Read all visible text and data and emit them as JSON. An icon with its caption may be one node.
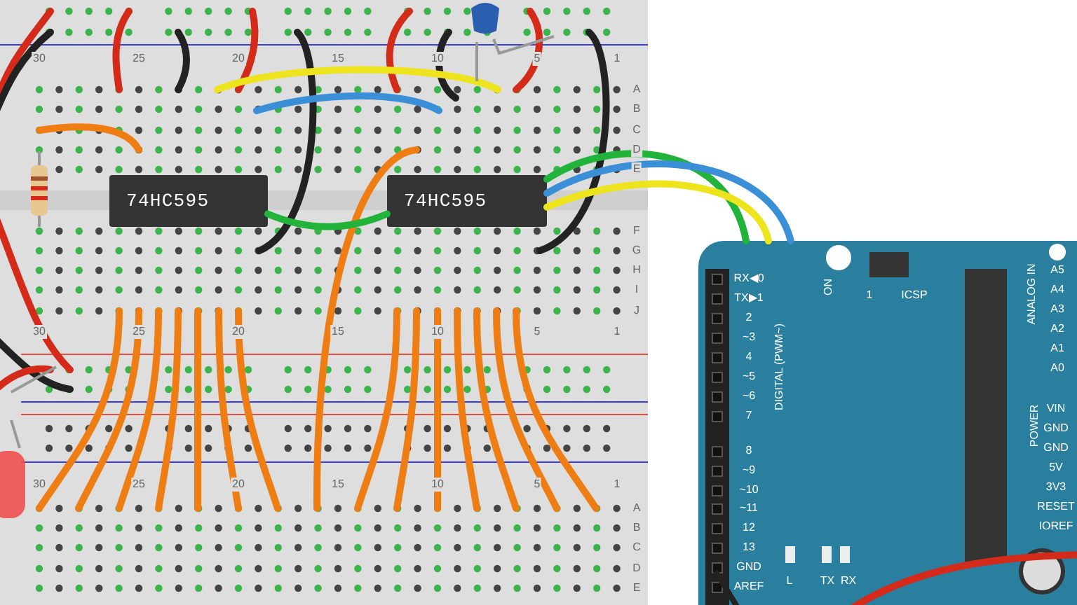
{
  "diagram": {
    "nodes": [
      {
        "text": [
          "74HC595"
        ]
      },
      {
        "text": [
          "74HC595"
        ]
      },
      {
        "text": [],
        "shape": "box"
      }
    ],
    "edges": [
      {
        "from": 0,
        "to": 1,
        "arrow": "none",
        "color": "#22b33a"
      },
      {
        "from": 1,
        "to": 2,
        "arrow": "none",
        "color": "#22b33a"
      },
      {
        "from": 1,
        "to": 2,
        "arrow": "none",
        "color": "#3a8fd6"
      },
      {
        "from": 1,
        "to": 2,
        "arrow": "none",
        "color": "#eee41e"
      }
    ],
    "labels": [
      "30",
      "25",
      "20",
      "15",
      "10",
      "5",
      "1",
      "A",
      "B",
      "C",
      "D",
      "E",
      "F",
      "G",
      "H",
      "I",
      "J",
      "30",
      "25",
      "20",
      "15",
      "10",
      "5",
      "1",
      "30",
      "25",
      "20",
      "15",
      "10",
      "5",
      "1",
      "A",
      "B",
      "C",
      "D",
      "E",
      "1",
      "ICSP",
      "ON",
      "DIGITAL (PWM~)",
      "RX◀0",
      "TX▶1",
      "2",
      "~3",
      "4",
      "~5",
      "~6",
      "7",
      "8",
      "~9",
      "~10",
      "~11",
      "12",
      "13",
      "GND",
      "AREF",
      "L",
      "TX",
      "RX",
      "ANALOG IN",
      "A5",
      "A4",
      "A3",
      "A2",
      "A1",
      "A0",
      "POWER",
      "VIN",
      "GND",
      "GND",
      "5V",
      "3V3",
      "RESET",
      "IOREF"
    ]
  }
}
